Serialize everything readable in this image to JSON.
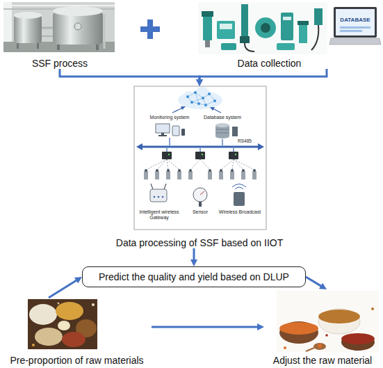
{
  "diagram": {
    "nodes": [
      {
        "text": [
          "SSF process"
        ]
      },
      {
        "text": [
          "Data collection"
        ]
      },
      {
        "text": [
          "Data processing of SSF based on IIOT"
        ]
      },
      {
        "text": [
          "Predict the quality and yield based on DLUP"
        ]
      },
      {
        "text": [
          "Pre-proportion of raw materials"
        ]
      },
      {
        "text": [
          "Adjust the raw material"
        ]
      }
    ],
    "edges": [
      {
        "from": 0,
        "to": 2,
        "arrow": "to"
      },
      {
        "from": 1,
        "to": 2,
        "arrow": "to"
      },
      {
        "from": 2,
        "to": 3,
        "arrow": "to"
      },
      {
        "from": 4,
        "to": 3,
        "arrow": "to"
      },
      {
        "from": 3,
        "to": 5,
        "arrow": "to"
      },
      {
        "from": 4,
        "to": 5,
        "arrow": "to"
      }
    ],
    "labels": [
      "DATABASE",
      "Monitoring system",
      "Database system",
      "RS485",
      "Intelligent wireless Gateway",
      "Sensor",
      "Wireless Broadcast"
    ]
  }
}
